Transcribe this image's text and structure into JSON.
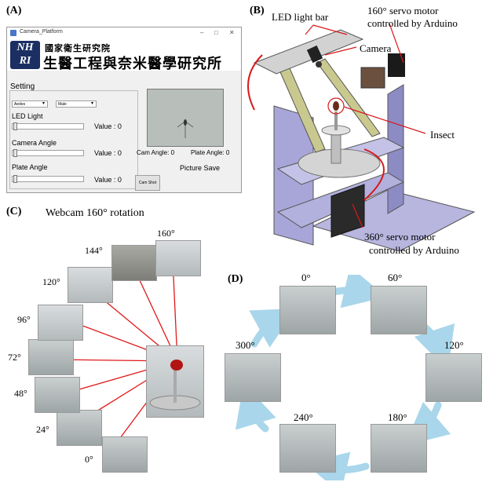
{
  "panel_labels": {
    "a": "(A)",
    "b": "(B)",
    "c": "(C)",
    "d": "(D)"
  },
  "app": {
    "title": "Camera_Platform",
    "window_controls": {
      "minimize": "–",
      "maximize": "□",
      "close": "✕"
    },
    "logo": {
      "line1": "NH",
      "line2": "RI"
    },
    "org_line1": "國家衛生研究院",
    "org_line2": "生醫工程與奈米醫學研究所",
    "setting_label": "Setting",
    "species_select": "Aedes",
    "sex_select": "Male",
    "led_label": "LED Light",
    "led_value_label": "Value : 0",
    "camera_angle_label": "Camera Angle",
    "camera_value_label": "Value : 0",
    "plate_angle_label": "Plate Angle",
    "plate_value_label": "Value : 0",
    "cam_angle_readout": "Cam Angle: 0",
    "plate_angle_readout": "Plate Angle: 0",
    "picture_save": "Picture Save",
    "cam_shot_button": "Cam Shot"
  },
  "panel_b": {
    "led_light_bar": "LED light bar",
    "servo_top_l1": "160° servo motor",
    "servo_top_l2": "controlled by Arduino",
    "camera": "Camera",
    "insect": "Insect",
    "servo_bottom_l1": "360° servo motor",
    "servo_bottom_l2": "controlled by Arduino"
  },
  "panel_c": {
    "title": "Webcam 160° rotation",
    "angles": [
      "0°",
      "24°",
      "48°",
      "72°",
      "96°",
      "120°",
      "144°",
      "160°"
    ]
  },
  "panel_d": {
    "angles": [
      "0°",
      "60°",
      "120°",
      "180°",
      "240°",
      "300°"
    ]
  },
  "colors": {
    "red_ray": "#e0191b",
    "cycle_arrow": "#a9d6ea",
    "platform_purple": "#9c9ad0",
    "logo_blue": "#1c2f63"
  }
}
